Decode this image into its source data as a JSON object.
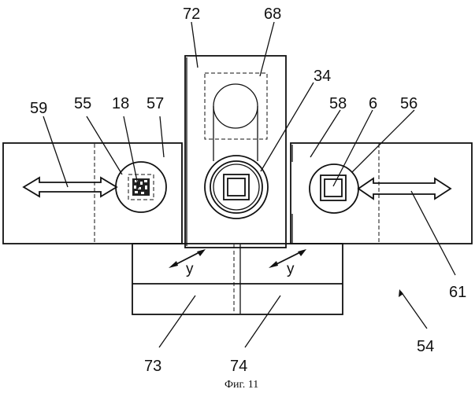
{
  "figure": {
    "caption": "Фиг. 11",
    "labels": {
      "l72": "72",
      "l68": "68",
      "l34": "34",
      "l59": "59",
      "l55": "55",
      "l18": "18",
      "l57": "57",
      "l58": "58",
      "l6": "6",
      "l56": "56",
      "l61": "61",
      "l73": "73",
      "l74": "74",
      "l54": "54"
    },
    "axis_labels": {
      "y_left": "y",
      "y_right": "y"
    }
  }
}
